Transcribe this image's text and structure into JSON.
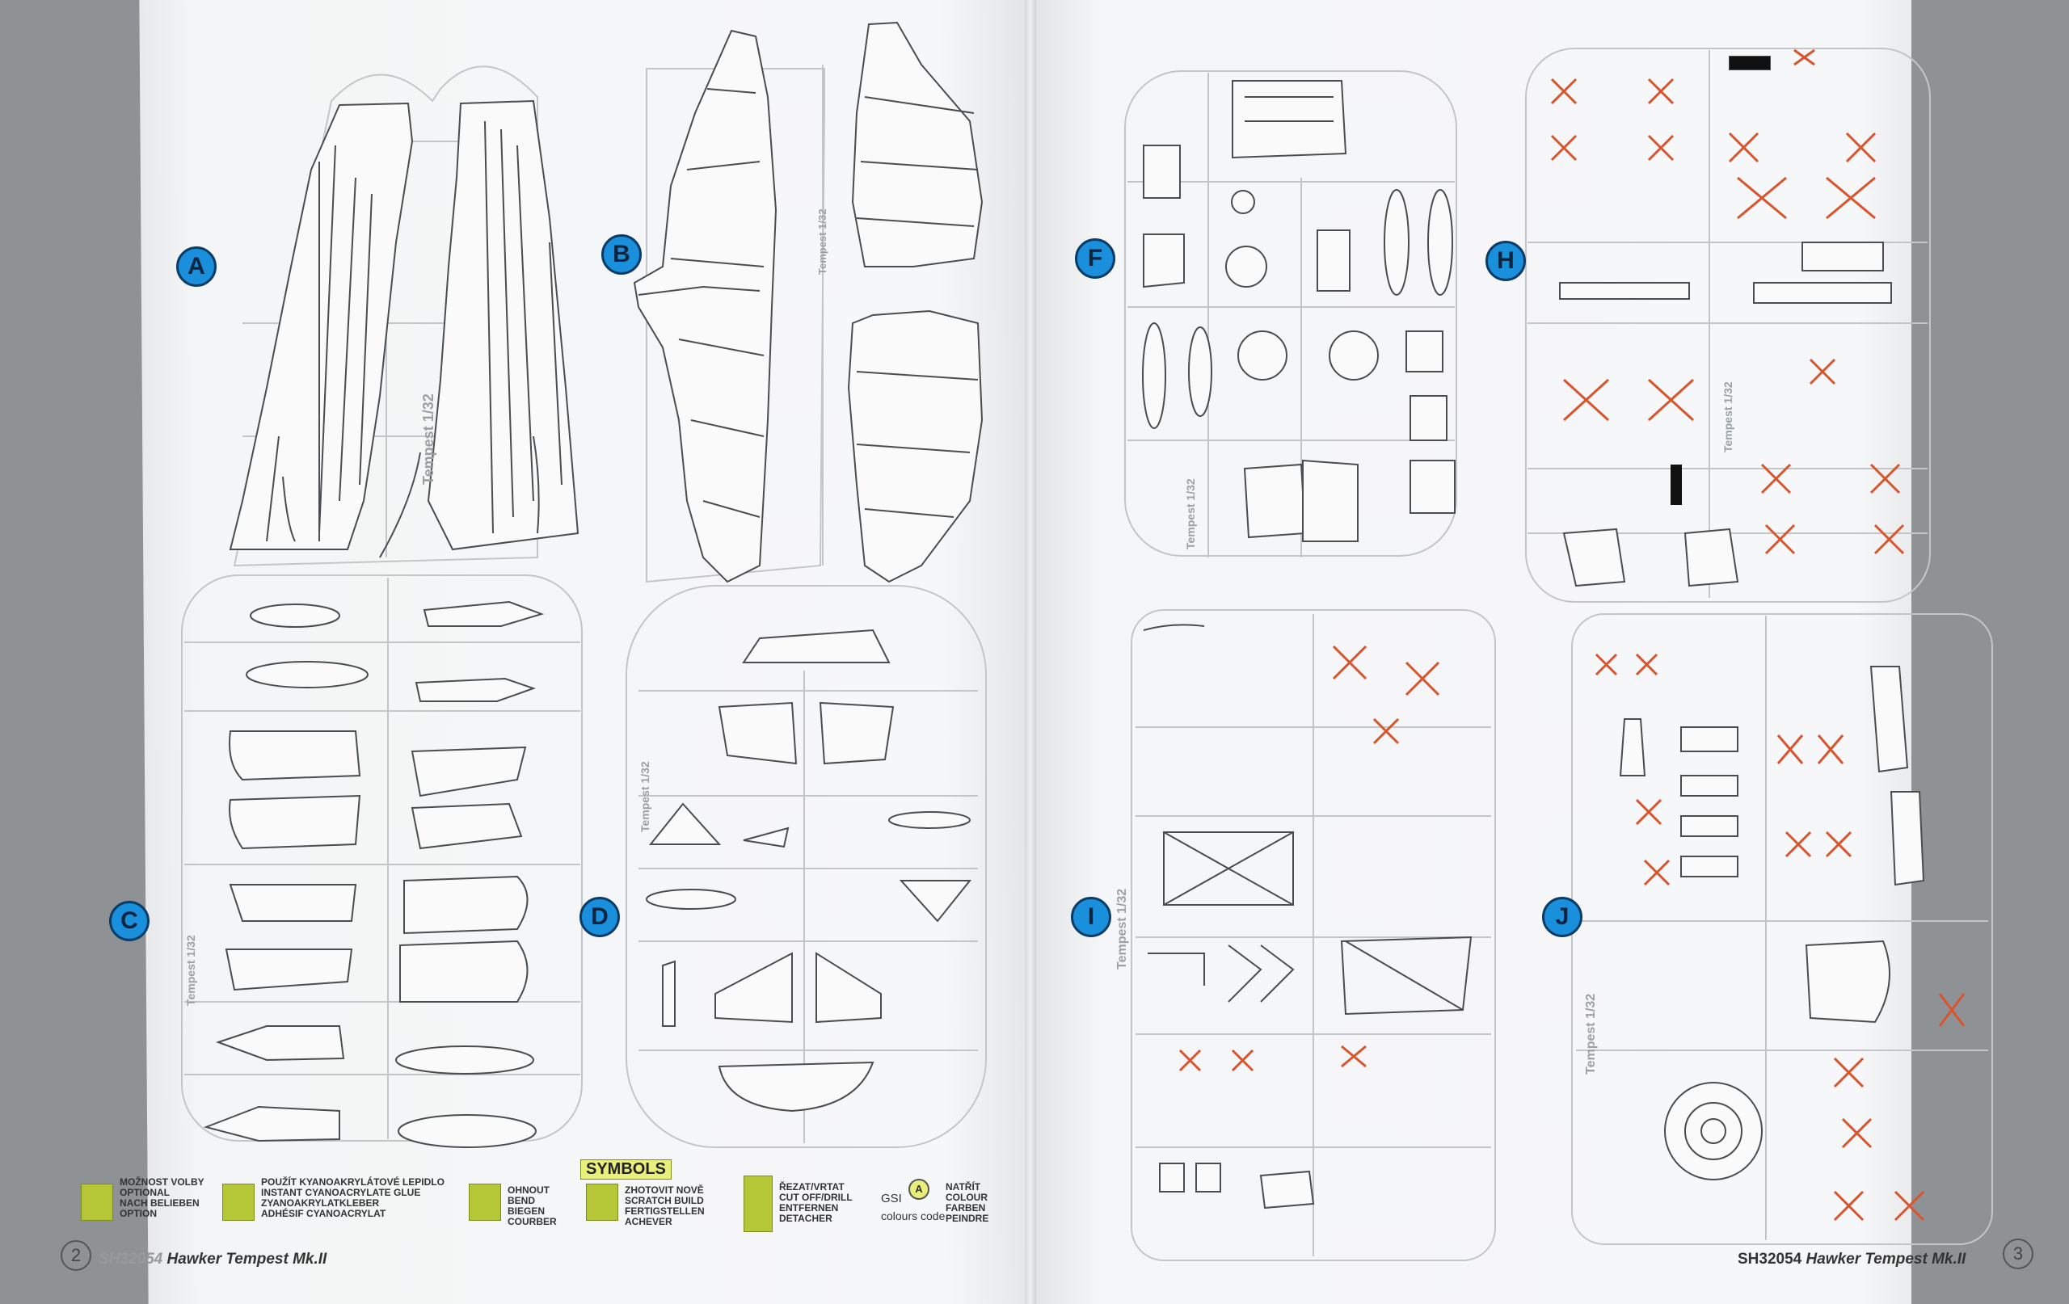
{
  "sprues": {
    "a": "A",
    "b": "B",
    "c": "C",
    "d": "D",
    "f": "F",
    "h": "H",
    "i": "I",
    "j": "J"
  },
  "sprue_text": {
    "tempest": "Tempest",
    "scale": "1/32"
  },
  "symbols": {
    "title": "SYMBOLS",
    "optional": "MOŽNOST VOLBY\nOPTIONAL\nNACH BELIEBEN\nOPTION",
    "glue": "POUŽÍT KYANOAKRYLÁTOVÉ LEPIDLO\nINSTANT CYANOACRYLATE GLUE\nZYANOAKRYLATKLEBER\nADHÉSIF CYANOACRYLAT",
    "bend": "OHNOUT\nBEND\nBIEGEN\nCOURBER",
    "scratch": "ZHOTOVIT NOVĚ\nSCRATCH BUILD\nFERTIGSTELLEN\nACHEVER",
    "cut": "ŘEZAT/VRTAT\nCUT OFF/DRILL\nENTFERNEN\nDETACHER",
    "gsi": "GSI",
    "gsi_sub": "colours code",
    "paint": "NATŘÍT\nCOLOUR\nFARBEN\nPEINDRE",
    "gsi_letter": "A"
  },
  "footer": {
    "left_page": "2",
    "left_code": "SH32054",
    "left_title": "Hawker Tempest Mk.II",
    "right_code": "SH32054",
    "right_title": "Hawker Tempest Mk.II",
    "right_page": "3"
  }
}
